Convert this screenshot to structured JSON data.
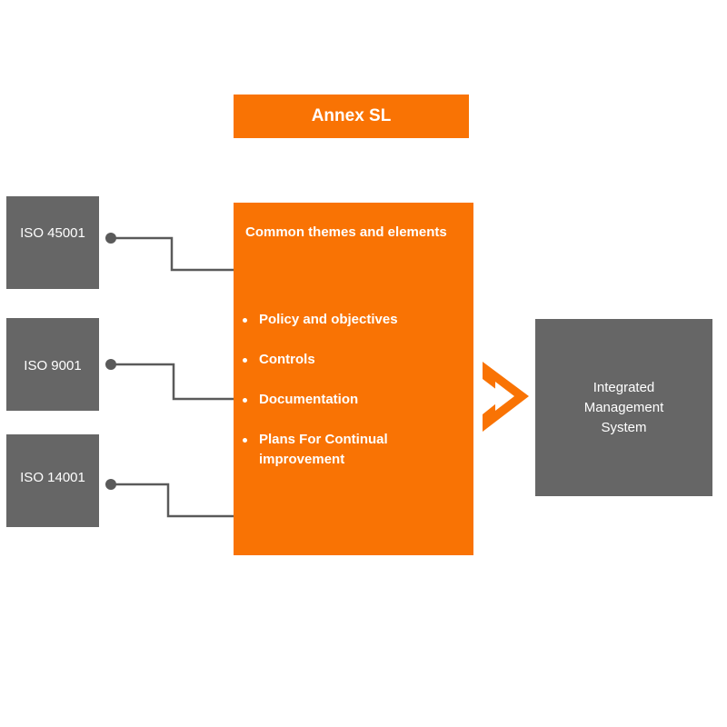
{
  "title": "Annex SL",
  "standards": [
    {
      "label": "ISO 45001"
    },
    {
      "label": "ISO 9001"
    },
    {
      "label": "ISO 14001"
    }
  ],
  "common": {
    "heading": "Common themes and elements",
    "items": [
      "Policy and objectives",
      "Controls",
      "Documentation",
      "Plans For Continual improvement"
    ]
  },
  "result": {
    "label": "Integrated Management System"
  },
  "colors": {
    "accent": "#f97304",
    "box_gray": "#666666",
    "connector": "#5a5a5a"
  },
  "icons": {
    "arrow": "play-arrow-icon",
    "connector_dot": "connector-dot-icon"
  }
}
